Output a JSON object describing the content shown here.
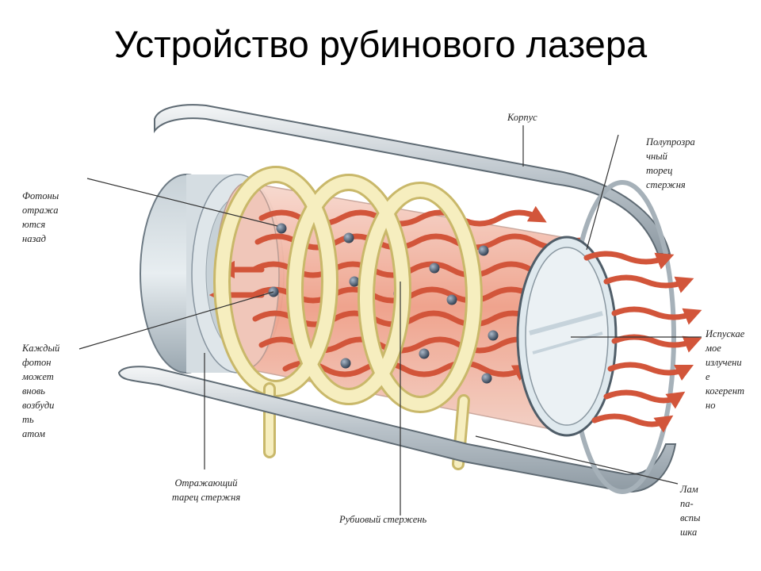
{
  "title": "Устройство рубинового лазера",
  "labels": {
    "korpus": "Корпус",
    "semi_transparent": "Полупрозра\nчный\nторец\nстержня",
    "photons_reflected": "Фотоны\nотража\nются\nназад",
    "each_photon": "Каждый\nфотон\nможет\nвновь\nвозбуди\nть\nатом",
    "emission": "Испускае\nмое\nизлучени\nе\nкогерент\nно",
    "reflecting_end": "Отражающий\nтарец стержня",
    "ruby_rod": "Рубиовый стержень",
    "flash_lamp": "Лам\nпа-\nвспы\nшка"
  },
  "colors": {
    "photon_waves": "#d2553a",
    "rod": "#f2c4b6",
    "lamp_coil": "#f4eab0",
    "housing": "#bfc8cf",
    "atoms": "#3b4b5e"
  }
}
